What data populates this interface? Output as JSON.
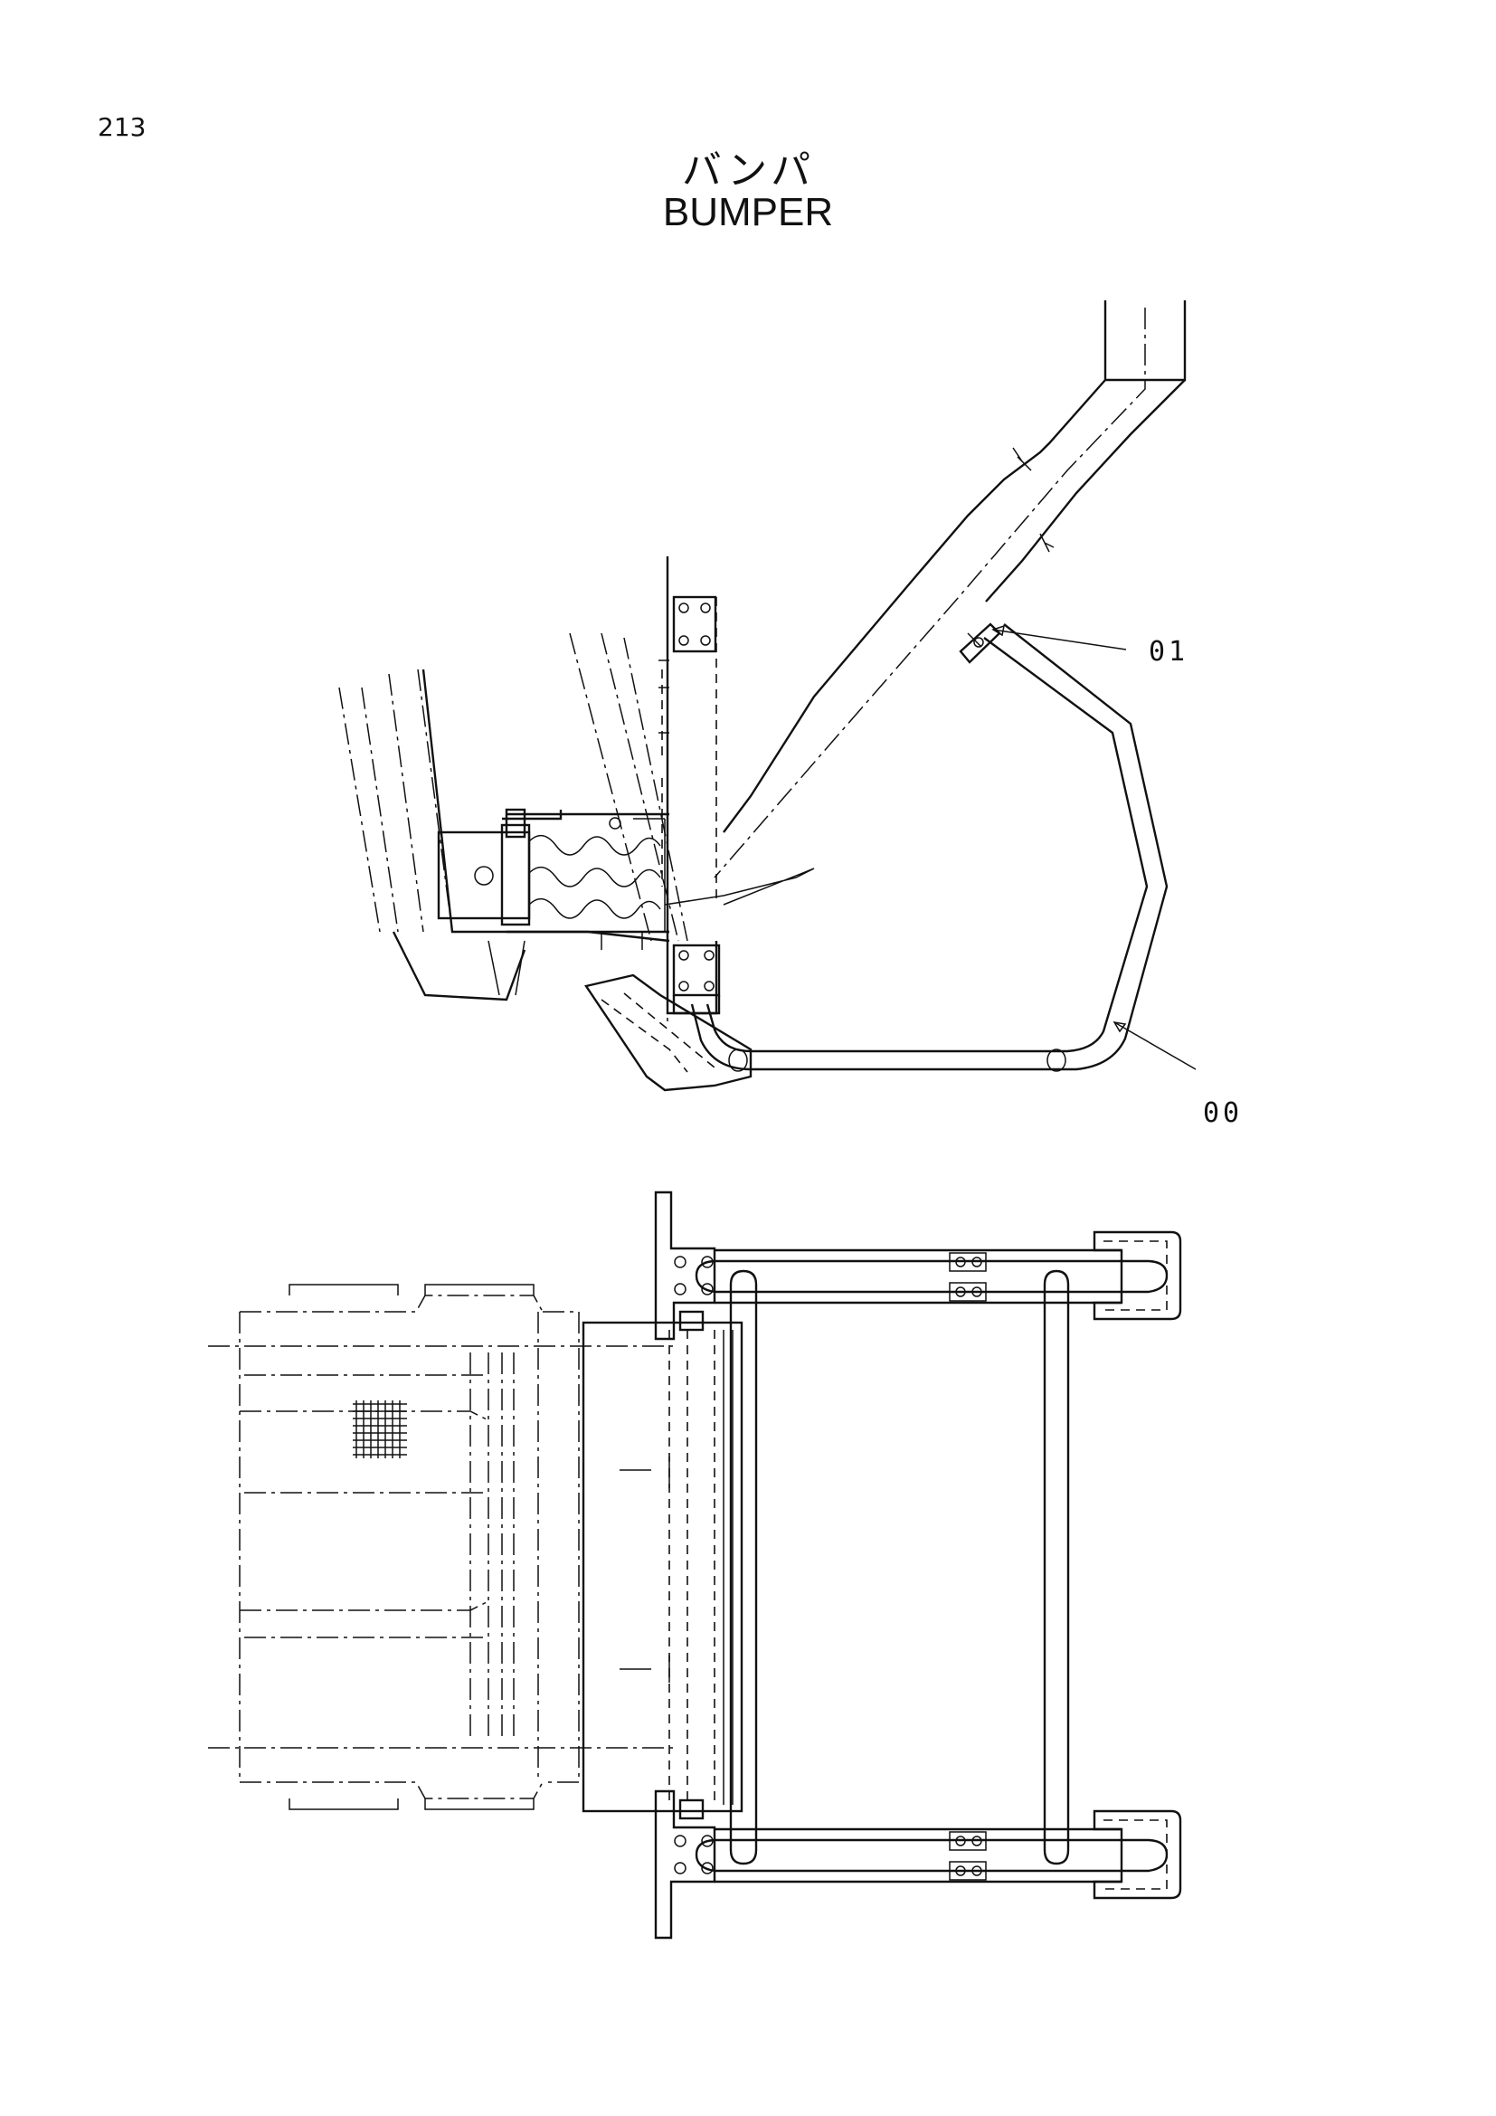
{
  "page_number": "213",
  "title_jp": "バンパ",
  "title_en": "BUMPER",
  "callouts": [
    {
      "label": "01"
    },
    {
      "label": "00"
    }
  ]
}
